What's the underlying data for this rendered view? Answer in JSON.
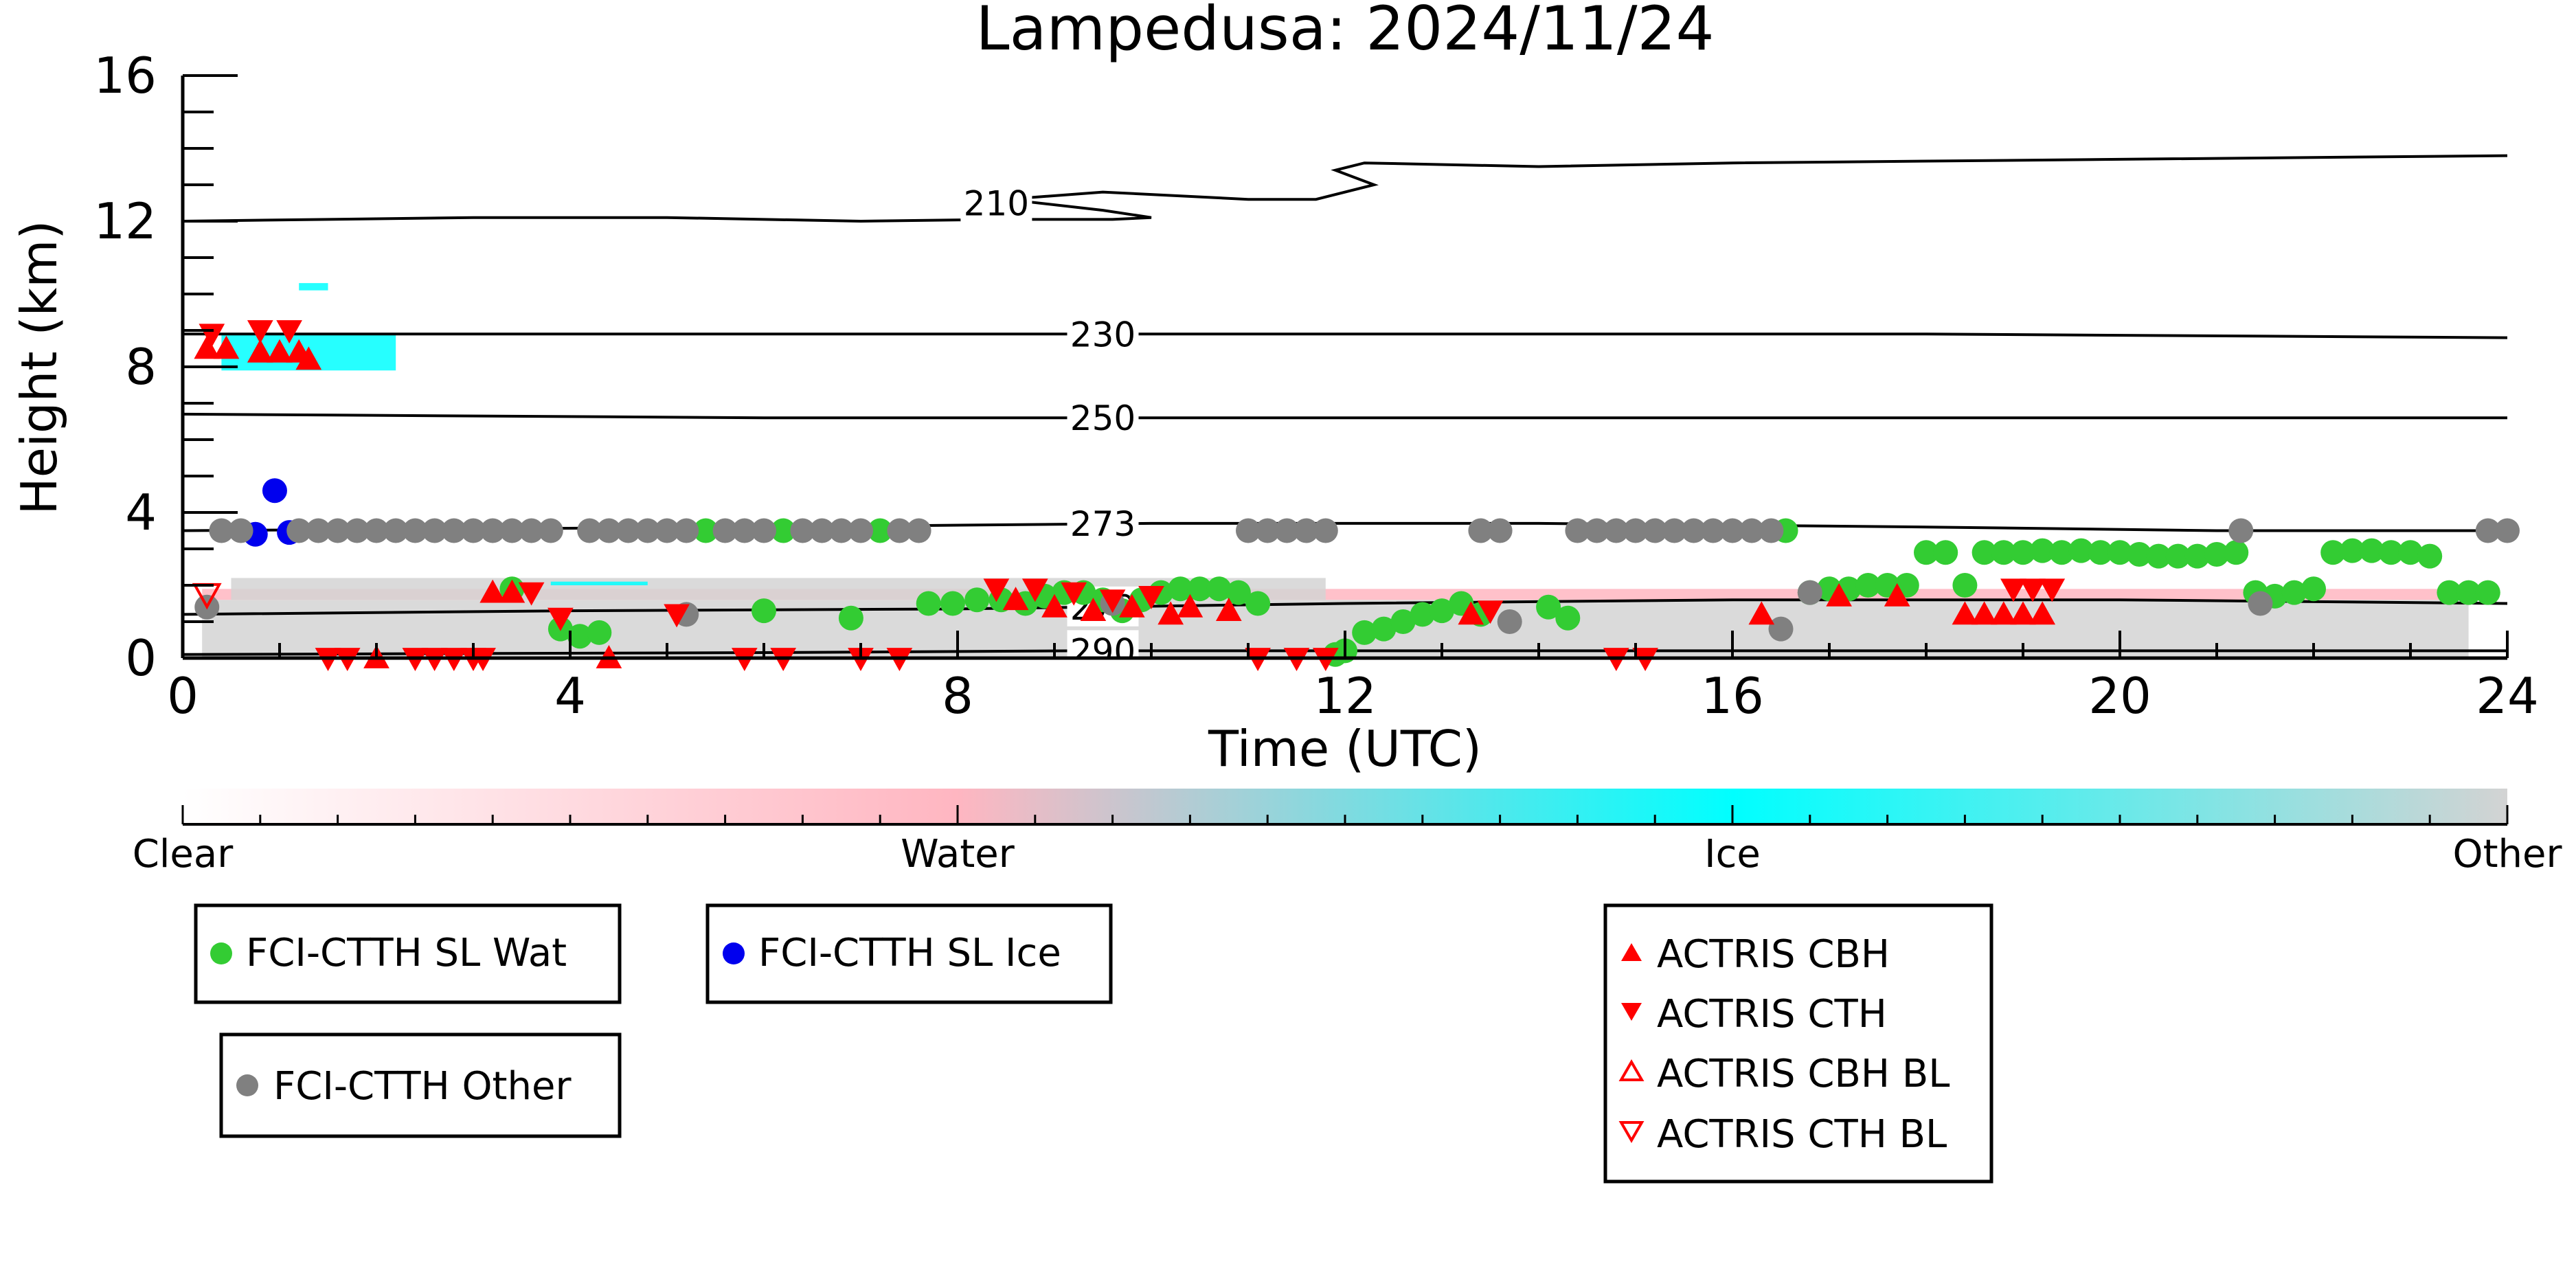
{
  "chart_data": {
    "type": "scatter",
    "title": "Lampedusa: 2024/11/24",
    "xlabel": "Time (UTC)",
    "ylabel": "Height (km)",
    "xlim": [
      0,
      24
    ],
    "ylim": [
      0,
      16
    ],
    "x_ticks": [
      0,
      4,
      8,
      12,
      16,
      20,
      24
    ],
    "y_ticks": [
      0,
      4,
      8,
      12,
      16
    ],
    "grid": false,
    "temperature_contours": [
      {
        "label": "210",
        "label_x": 8.4,
        "label_y": 12.5,
        "points": [
          [
            0,
            12.0
          ],
          [
            3,
            12.1
          ],
          [
            5,
            12.1
          ],
          [
            7,
            12.0
          ],
          [
            8.5,
            12.05
          ],
          [
            9.6,
            12.05
          ],
          [
            10.0,
            12.1
          ],
          [
            9.5,
            12.3
          ],
          [
            8.5,
            12.6
          ],
          [
            9.5,
            12.8
          ],
          [
            11,
            12.6
          ],
          [
            11.7,
            12.6
          ],
          [
            12.3,
            13.0
          ],
          [
            11.9,
            13.4
          ],
          [
            12.2,
            13.6
          ],
          [
            14,
            13.5
          ],
          [
            16,
            13.6
          ],
          [
            20,
            13.7
          ],
          [
            24,
            13.8
          ]
        ]
      },
      {
        "label": "230",
        "label_x": 9.5,
        "label_y": 8.9,
        "points": [
          [
            0,
            8.9
          ],
          [
            6,
            8.9
          ],
          [
            12,
            8.9
          ],
          [
            18,
            8.9
          ],
          [
            24,
            8.8
          ]
        ]
      },
      {
        "label": "250",
        "label_x": 9.5,
        "label_y": 6.6,
        "points": [
          [
            0,
            6.7
          ],
          [
            6,
            6.6
          ],
          [
            12,
            6.6
          ],
          [
            18,
            6.6
          ],
          [
            24,
            6.6
          ]
        ]
      },
      {
        "label": "273",
        "label_x": 9.5,
        "label_y": 3.7,
        "points": [
          [
            0,
            3.5
          ],
          [
            6,
            3.6
          ],
          [
            10,
            3.7
          ],
          [
            14,
            3.7
          ],
          [
            18,
            3.6
          ],
          [
            21,
            3.5
          ],
          [
            24,
            3.5
          ]
        ]
      },
      {
        "label": "279",
        "label_x": 9.5,
        "label_y": 1.4,
        "points": [
          [
            0,
            1.2
          ],
          [
            4,
            1.3
          ],
          [
            8,
            1.35
          ],
          [
            12,
            1.5
          ],
          [
            16,
            1.6
          ],
          [
            20,
            1.6
          ],
          [
            24,
            1.5
          ]
        ]
      },
      {
        "label": "290",
        "label_x": 9.5,
        "label_y": 0.2,
        "points": [
          [
            0,
            0.1
          ],
          [
            6,
            0.15
          ],
          [
            9.2,
            0.2
          ],
          [
            10,
            0.2
          ],
          [
            14,
            0.2
          ],
          [
            24,
            0.2
          ]
        ]
      }
    ],
    "series": [
      {
        "name": "FCI-CTTH SL Wat",
        "marker": "circle",
        "color": "#33cc33",
        "x": [
          3.4,
          3.9,
          4.1,
          6.0,
          6.9,
          7.7,
          7.95,
          8.2,
          8.45,
          8.7,
          8.9,
          9.1,
          9.3,
          9.5,
          9.7,
          9.9,
          10.1,
          10.3,
          10.5,
          10.7,
          10.9,
          11.1,
          11.9,
          12.2,
          12.4,
          12.6,
          12.8,
          13.0,
          13.2,
          13.4,
          14.1,
          14.3,
          16.55,
          16.8,
          17.0,
          17.2,
          17.4,
          17.6,
          17.8,
          18.0,
          18.2,
          18.4,
          18.6,
          18.8,
          19.0,
          19.2,
          19.4,
          19.6,
          19.8,
          20.0,
          20.2,
          20.4,
          20.6,
          20.8,
          21.0,
          21.2,
          21.4,
          21.6,
          21.8,
          22.0,
          22.2,
          22.4,
          22.6,
          22.8,
          23.0,
          23.2,
          23.4,
          23.6,
          23.8,
          12.0,
          5.4,
          6.2,
          7.2,
          4.3
        ],
        "y": [
          1.9,
          0.8,
          0.6,
          1.3,
          1.1,
          1.5,
          1.5,
          1.6,
          1.6,
          1.5,
          1.7,
          1.8,
          1.8,
          1.6,
          1.3,
          1.6,
          1.8,
          1.9,
          1.9,
          1.9,
          1.8,
          1.5,
          0.1,
          0.7,
          0.8,
          1.0,
          1.2,
          1.3,
          1.5,
          1.2,
          1.4,
          1.1,
          3.5,
          1.8,
          1.9,
          1.9,
          2.0,
          2.0,
          2.0,
          2.9,
          2.9,
          2.0,
          2.9,
          2.9,
          2.9,
          2.95,
          2.9,
          2.95,
          2.9,
          2.9,
          2.85,
          2.8,
          2.8,
          2.8,
          2.85,
          2.9,
          1.8,
          1.7,
          1.8,
          1.9,
          2.9,
          2.95,
          2.95,
          2.9,
          2.9,
          2.8,
          1.8,
          1.8,
          1.8,
          0.2,
          3.5,
          3.5,
          3.5,
          0.7
        ]
      },
      {
        "name": "FCI-CTTH SL Ice",
        "marker": "circle",
        "color": "#0000ee",
        "x": [
          0.75,
          0.95,
          1.1
        ],
        "y": [
          3.4,
          4.6,
          3.45
        ]
      },
      {
        "name": "FCI-CTTH Other",
        "marker": "circle",
        "color": "#808080",
        "x": [
          0.4,
          0.6,
          1.2,
          1.4,
          1.6,
          1.8,
          2.0,
          2.2,
          2.4,
          2.6,
          2.8,
          3.0,
          3.2,
          3.4,
          3.6,
          3.8,
          4.2,
          4.4,
          4.6,
          4.8,
          5.0,
          5.2,
          5.6,
          5.8,
          6.0,
          6.4,
          6.6,
          6.8,
          7.0,
          7.4,
          7.6,
          11.0,
          11.2,
          11.4,
          11.6,
          11.8,
          13.4,
          13.6,
          14.4,
          14.6,
          14.8,
          15.0,
          15.2,
          15.4,
          15.6,
          15.8,
          16.0,
          16.2,
          16.4,
          21.25,
          23.8,
          24.0,
          0.25,
          5.2,
          13.7,
          16.5,
          16.8,
          21.45,
          9.6
        ],
        "y": [
          3.5,
          3.5,
          3.5,
          3.5,
          3.5,
          3.5,
          3.5,
          3.5,
          3.5,
          3.5,
          3.5,
          3.5,
          3.5,
          3.5,
          3.5,
          3.5,
          3.5,
          3.5,
          3.5,
          3.5,
          3.5,
          3.5,
          3.5,
          3.5,
          3.5,
          3.5,
          3.5,
          3.5,
          3.5,
          3.5,
          3.5,
          3.5,
          3.5,
          3.5,
          3.5,
          3.5,
          3.5,
          3.5,
          3.5,
          3.5,
          3.5,
          3.5,
          3.5,
          3.5,
          3.5,
          3.5,
          3.5,
          3.5,
          3.5,
          3.5,
          3.5,
          3.5,
          1.4,
          1.2,
          1.0,
          0.8,
          1.8,
          1.5,
          1.5
        ]
      },
      {
        "name": "ACTRIS CBH",
        "marker": "triangle-up",
        "color": "#ff0000",
        "x": [
          0.25,
          0.45,
          0.8,
          1.0,
          1.2,
          1.3,
          3.2,
          3.4,
          8.6,
          9.0,
          9.4,
          9.8,
          10.4,
          10.8,
          10.2,
          13.3,
          16.3,
          17.1,
          17.7,
          18.4,
          18.6,
          18.8,
          19.0,
          19.2,
          2.0,
          4.4
        ],
        "y": [
          8.5,
          8.5,
          8.4,
          8.4,
          8.4,
          8.2,
          1.8,
          1.8,
          1.6,
          1.4,
          1.3,
          1.4,
          1.4,
          1.3,
          1.2,
          1.2,
          1.2,
          1.7,
          1.7,
          1.2,
          1.2,
          1.2,
          1.2,
          1.2,
          0.0,
          0.0
        ]
      },
      {
        "name": "ACTRIS CTH",
        "marker": "triangle-down",
        "color": "#ff0000",
        "x": [
          0.3,
          0.8,
          1.1,
          1.5,
          1.7,
          2.4,
          2.6,
          2.8,
          3.0,
          3.6,
          3.9,
          5.1,
          5.8,
          6.2,
          7.0,
          7.4,
          8.4,
          8.8,
          9.2,
          9.6,
          10.0,
          11.1,
          11.5,
          11.8,
          13.5,
          14.8,
          15.1,
          18.9,
          19.1,
          19.3,
          3.1
        ],
        "y": [
          8.9,
          9.0,
          9.0,
          0.0,
          0.0,
          0.0,
          0.0,
          0.0,
          0.0,
          1.8,
          1.1,
          1.2,
          0.0,
          0.0,
          0.0,
          0.0,
          1.9,
          1.9,
          1.8,
          1.6,
          1.7,
          0.0,
          0.0,
          0.0,
          1.3,
          0.0,
          0.0,
          1.9,
          1.9,
          1.9,
          0.0
        ]
      },
      {
        "name": "ACTRIS CBH BL",
        "marker": "triangle-up-open",
        "color": "#ff0000",
        "x": [],
        "y": []
      },
      {
        "name": "ACTRIS CTH BL",
        "marker": "triangle-down-open",
        "color": "#ff0000",
        "x": [
          0.25
        ],
        "y": [
          1.75
        ]
      }
    ],
    "phase_background": {
      "colors": {
        "clear": "#ffffff",
        "water": "#ffb6c1",
        "ice": "#00ffff",
        "other": "#d3d3d3"
      },
      "bands": [
        {
          "phase": "other",
          "x": [
            0.2,
            23.6
          ],
          "y": [
            0.0,
            1.6
          ]
        },
        {
          "phase": "water",
          "x": [
            0.2,
            23.6
          ],
          "y": [
            1.6,
            1.9
          ]
        },
        {
          "phase": "other",
          "x": [
            0.5,
            11.8
          ],
          "y": [
            1.6,
            2.2
          ]
        },
        {
          "phase": "ice",
          "x": [
            0.4,
            2.2
          ],
          "y": [
            7.9,
            8.9
          ]
        },
        {
          "phase": "ice",
          "x": [
            1.2,
            1.5
          ],
          "y": [
            10.1,
            10.3
          ]
        },
        {
          "phase": "ice",
          "x": [
            3.8,
            4.8
          ],
          "y": [
            2.0,
            2.1
          ]
        }
      ]
    },
    "colorbar": {
      "labels": [
        "Clear",
        "Water",
        "Ice",
        "Other"
      ],
      "stops": [
        "#ffffff",
        "#ffb6c1",
        "#00ffff",
        "#d3d3d3"
      ]
    }
  },
  "legends": {
    "legend1": [
      "FCI-CTTH SL Wat"
    ],
    "legend2": [
      "FCI-CTTH SL Ice"
    ],
    "legend3": [
      "FCI-CTTH Other"
    ],
    "legend4": [
      "ACTRIS CBH",
      "ACTRIS CTH",
      "ACTRIS CBH BL",
      "ACTRIS CTH BL"
    ]
  }
}
